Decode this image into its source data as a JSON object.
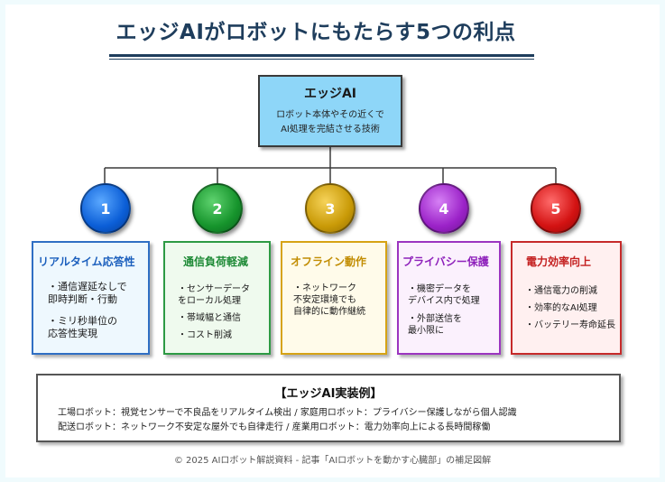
{
  "title": "エッジAIがロボットにもたらす5つの利点",
  "top_box": {
    "title": "エッジAI",
    "description": "ロボット本体やその近くで\nAI処理を完結させる技術"
  },
  "benefits": [
    {
      "number": "1",
      "title": "リアルタイム応答性",
      "color": "#1b5fbd",
      "items": [
        "・通信遅延なしで\n  即時判断・行動",
        "・ミリ秒単位の\n  応答性実現"
      ]
    },
    {
      "number": "2",
      "title": "通信負荷軽減",
      "color": "#1e8a36",
      "items": [
        "・センサーデータ\n  をローカル処理",
        "・帯域幅と通信",
        "・コスト削減"
      ]
    },
    {
      "number": "3",
      "title": "オフライン動作",
      "color": "#c28d03",
      "items": [
        "・ネットワーク\n  不安定環境でも\n  自律的に動作継続"
      ]
    },
    {
      "number": "4",
      "title": "プライバシー保護",
      "color": "#8e21bb",
      "items": [
        "・機密データを\n  デバイス内で処理",
        "・外部送信を\n  最小限に"
      ]
    },
    {
      "number": "5",
      "title": "電力効率向上",
      "color": "#c42020",
      "items": [
        "・通信電力の削減",
        "・効率的なAI処理",
        "・バッテリー寿命延長"
      ]
    }
  ],
  "examples": {
    "title": "【エッジAI実装例】",
    "lines": [
      "工場ロボット：視覚センサーで不良品をリアルタイム検出 / 家庭用ロボット：プライバシー保護しながら個人認識",
      "配送ロボット：ネットワーク不安定な屋外でも自律走行 / 産業用ロボット：電力効率向上による長時間稼働"
    ]
  },
  "footer": "© 2025 AIロボット解説資料 - 記事「AIロボットを動かす心臓部」の補足図解"
}
